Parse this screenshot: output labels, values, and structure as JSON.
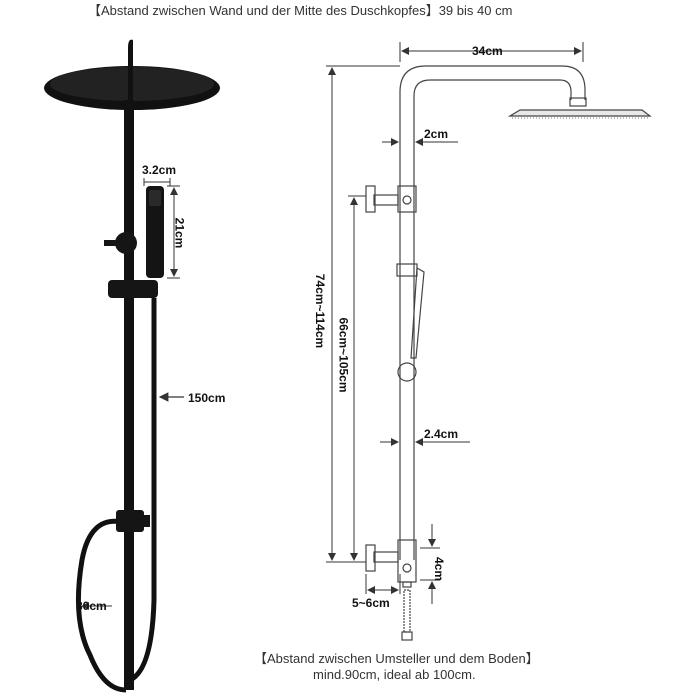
{
  "top_note": "【Abstand zwischen Wand und der Mitte des Duschkopfes】39 bis 40 cm",
  "bottom_note": {
    "line1": "【Abstand zwischen Umsteller und dem Boden】",
    "line2": "mind.90cm, ideal ab 100cm."
  },
  "left_dims": {
    "handshower_width": "3.2cm",
    "handshower_length": "21cm",
    "hose_length": "150cm",
    "hose_loop": "80cm"
  },
  "right_dims": {
    "arm_length": "34cm",
    "pipe_diameter_top": "2cm",
    "total_height": "74cm~114cm",
    "adjustable_height": "66cm~105cm",
    "pipe_diameter_lower": "2.4cm",
    "diverter_height": "4cm",
    "wall_distance": "5~6cm"
  },
  "colors": {
    "product": "#111111",
    "line": "#333333",
    "outline": "#444444"
  }
}
